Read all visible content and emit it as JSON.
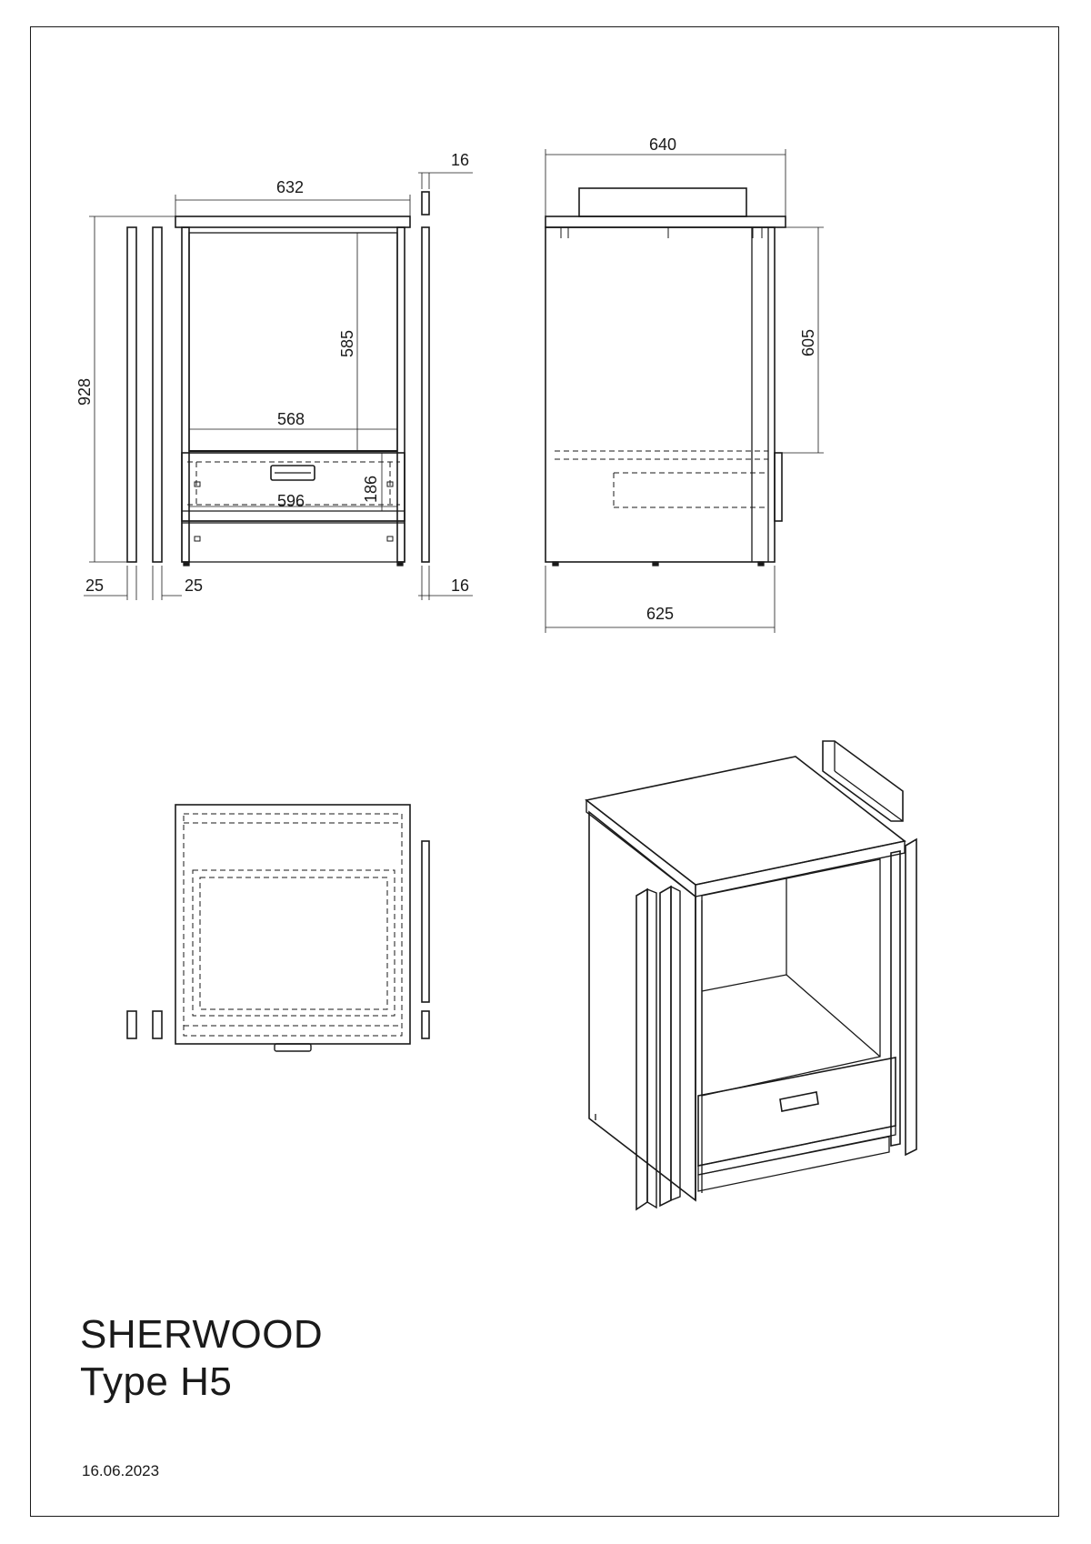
{
  "title": {
    "name": "SHERWOOD",
    "type": "Type H5"
  },
  "date": "16.06.2023",
  "dimensions": {
    "front_width": "632",
    "height": "928",
    "inner_height": "585",
    "inner_width": "568",
    "drawer_width": "596",
    "drawer_height": "186",
    "pilaster_top": "16",
    "pilaster_bottom": "16",
    "left_gap_a": "25",
    "left_gap_b": "25",
    "side_depth_top": "640",
    "side_depth_bottom": "625",
    "side_height": "605"
  }
}
